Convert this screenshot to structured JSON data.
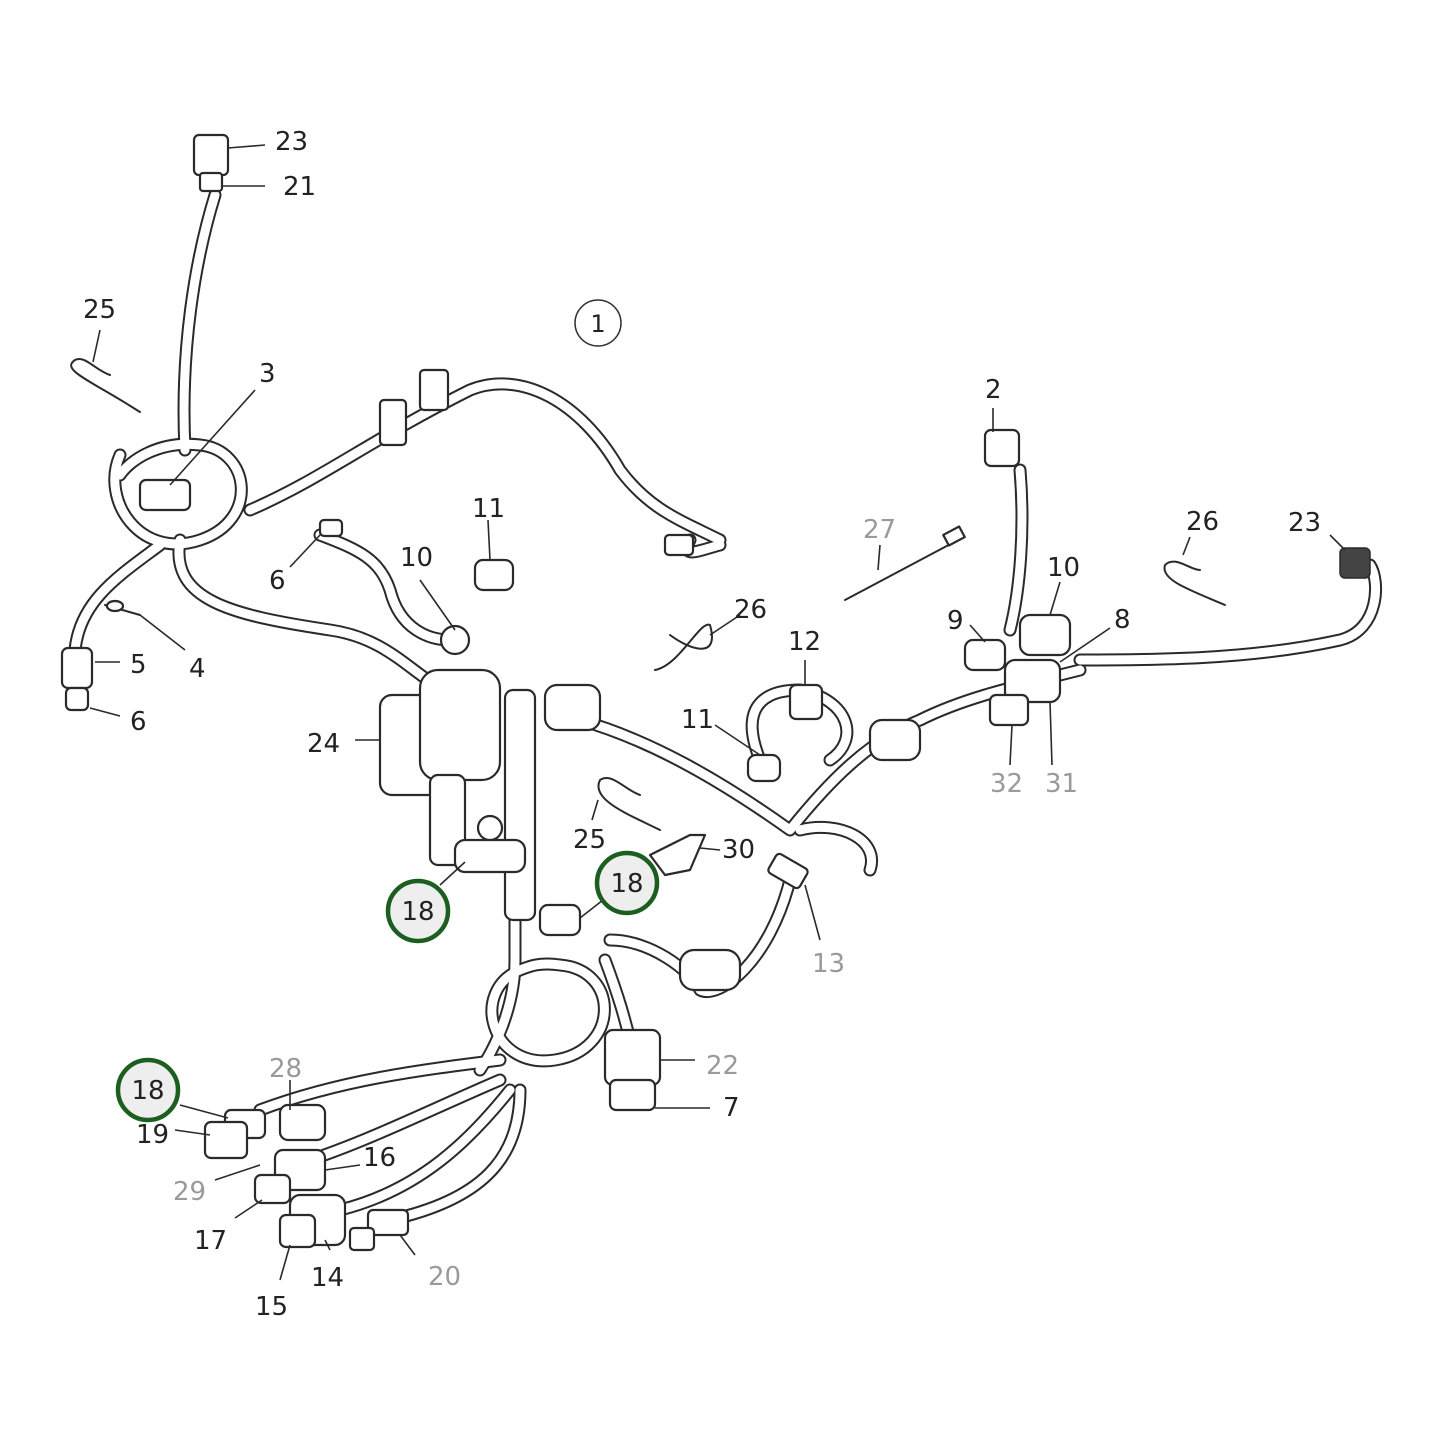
{
  "assembly_callout": "1",
  "labels": [
    {
      "id": "l23a",
      "text": "23",
      "grey": false
    },
    {
      "id": "l21",
      "text": "21",
      "grey": false
    },
    {
      "id": "l25a",
      "text": "25",
      "grey": false
    },
    {
      "id": "l3",
      "text": "3",
      "grey": false
    },
    {
      "id": "l2",
      "text": "2",
      "grey": false
    },
    {
      "id": "l27",
      "text": "27",
      "grey": true
    },
    {
      "id": "l26a",
      "text": "26",
      "grey": false
    },
    {
      "id": "l23b",
      "text": "23",
      "grey": false
    },
    {
      "id": "l11a",
      "text": "11",
      "grey": false
    },
    {
      "id": "l10a",
      "text": "10",
      "grey": false
    },
    {
      "id": "l6a",
      "text": "6",
      "grey": false
    },
    {
      "id": "l10b",
      "text": "10",
      "grey": false
    },
    {
      "id": "l9",
      "text": "9",
      "grey": false
    },
    {
      "id": "l8",
      "text": "8",
      "grey": false
    },
    {
      "id": "l26b",
      "text": "26",
      "grey": false
    },
    {
      "id": "l12",
      "text": "12",
      "grey": false
    },
    {
      "id": "l5",
      "text": "5",
      "grey": false
    },
    {
      "id": "l4",
      "text": "4",
      "grey": false
    },
    {
      "id": "l6b",
      "text": "6",
      "grey": false
    },
    {
      "id": "l11b",
      "text": "11",
      "grey": false
    },
    {
      "id": "l24",
      "text": "24",
      "grey": false
    },
    {
      "id": "l32",
      "text": "32",
      "grey": true
    },
    {
      "id": "l31",
      "text": "31",
      "grey": true
    },
    {
      "id": "l25b",
      "text": "25",
      "grey": false
    },
    {
      "id": "l30",
      "text": "30",
      "grey": false
    },
    {
      "id": "l13",
      "text": "13",
      "grey": true
    },
    {
      "id": "l22",
      "text": "22",
      "grey": true
    },
    {
      "id": "l7",
      "text": "7",
      "grey": false
    },
    {
      "id": "l28",
      "text": "28",
      "grey": true
    },
    {
      "id": "l19",
      "text": "19",
      "grey": false
    },
    {
      "id": "l16",
      "text": "16",
      "grey": false
    },
    {
      "id": "l29",
      "text": "29",
      "grey": true
    },
    {
      "id": "l17",
      "text": "17",
      "grey": false
    },
    {
      "id": "l14",
      "text": "14",
      "grey": false
    },
    {
      "id": "l20",
      "text": "20",
      "grey": true
    },
    {
      "id": "l15",
      "text": "15",
      "grey": false
    }
  ],
  "highlight_callouts": [
    {
      "id": "h1",
      "text": "18"
    },
    {
      "id": "h2",
      "text": "18"
    },
    {
      "id": "h3",
      "text": "18"
    }
  ],
  "colors": {
    "highlight_ring": "#1b5e20",
    "grey_label": "#9a9a9a"
  }
}
